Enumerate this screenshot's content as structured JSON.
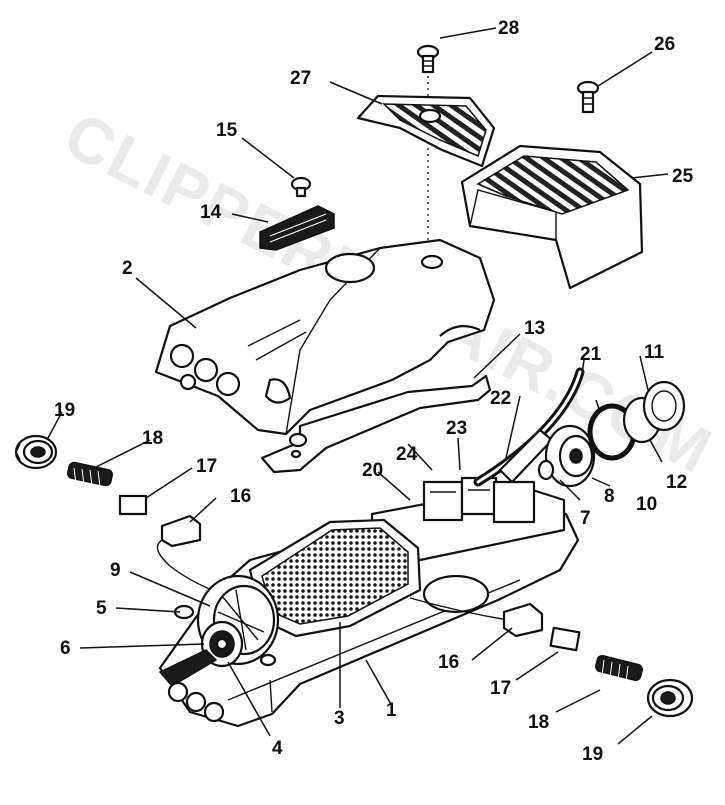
{
  "watermark": "CLIPPERREPAIR.COM",
  "callouts": {
    "n1": "1",
    "n2": "2",
    "n3": "3",
    "n4": "4",
    "n5": "5",
    "n6": "6",
    "n7": "7",
    "n8": "8",
    "n9": "9",
    "n10": "10",
    "n11": "11",
    "n12": "12",
    "n13": "13",
    "n14": "14",
    "n15": "15",
    "n16a": "16",
    "n16b": "16",
    "n17a": "17",
    "n17b": "17",
    "n18a": "18",
    "n18b": "18",
    "n19a": "19",
    "n19b": "19",
    "n20": "20",
    "n21": "21",
    "n22": "22",
    "n23": "23",
    "n24": "24",
    "n25": "25",
    "n26": "26",
    "n27": "27",
    "n28": "28"
  }
}
